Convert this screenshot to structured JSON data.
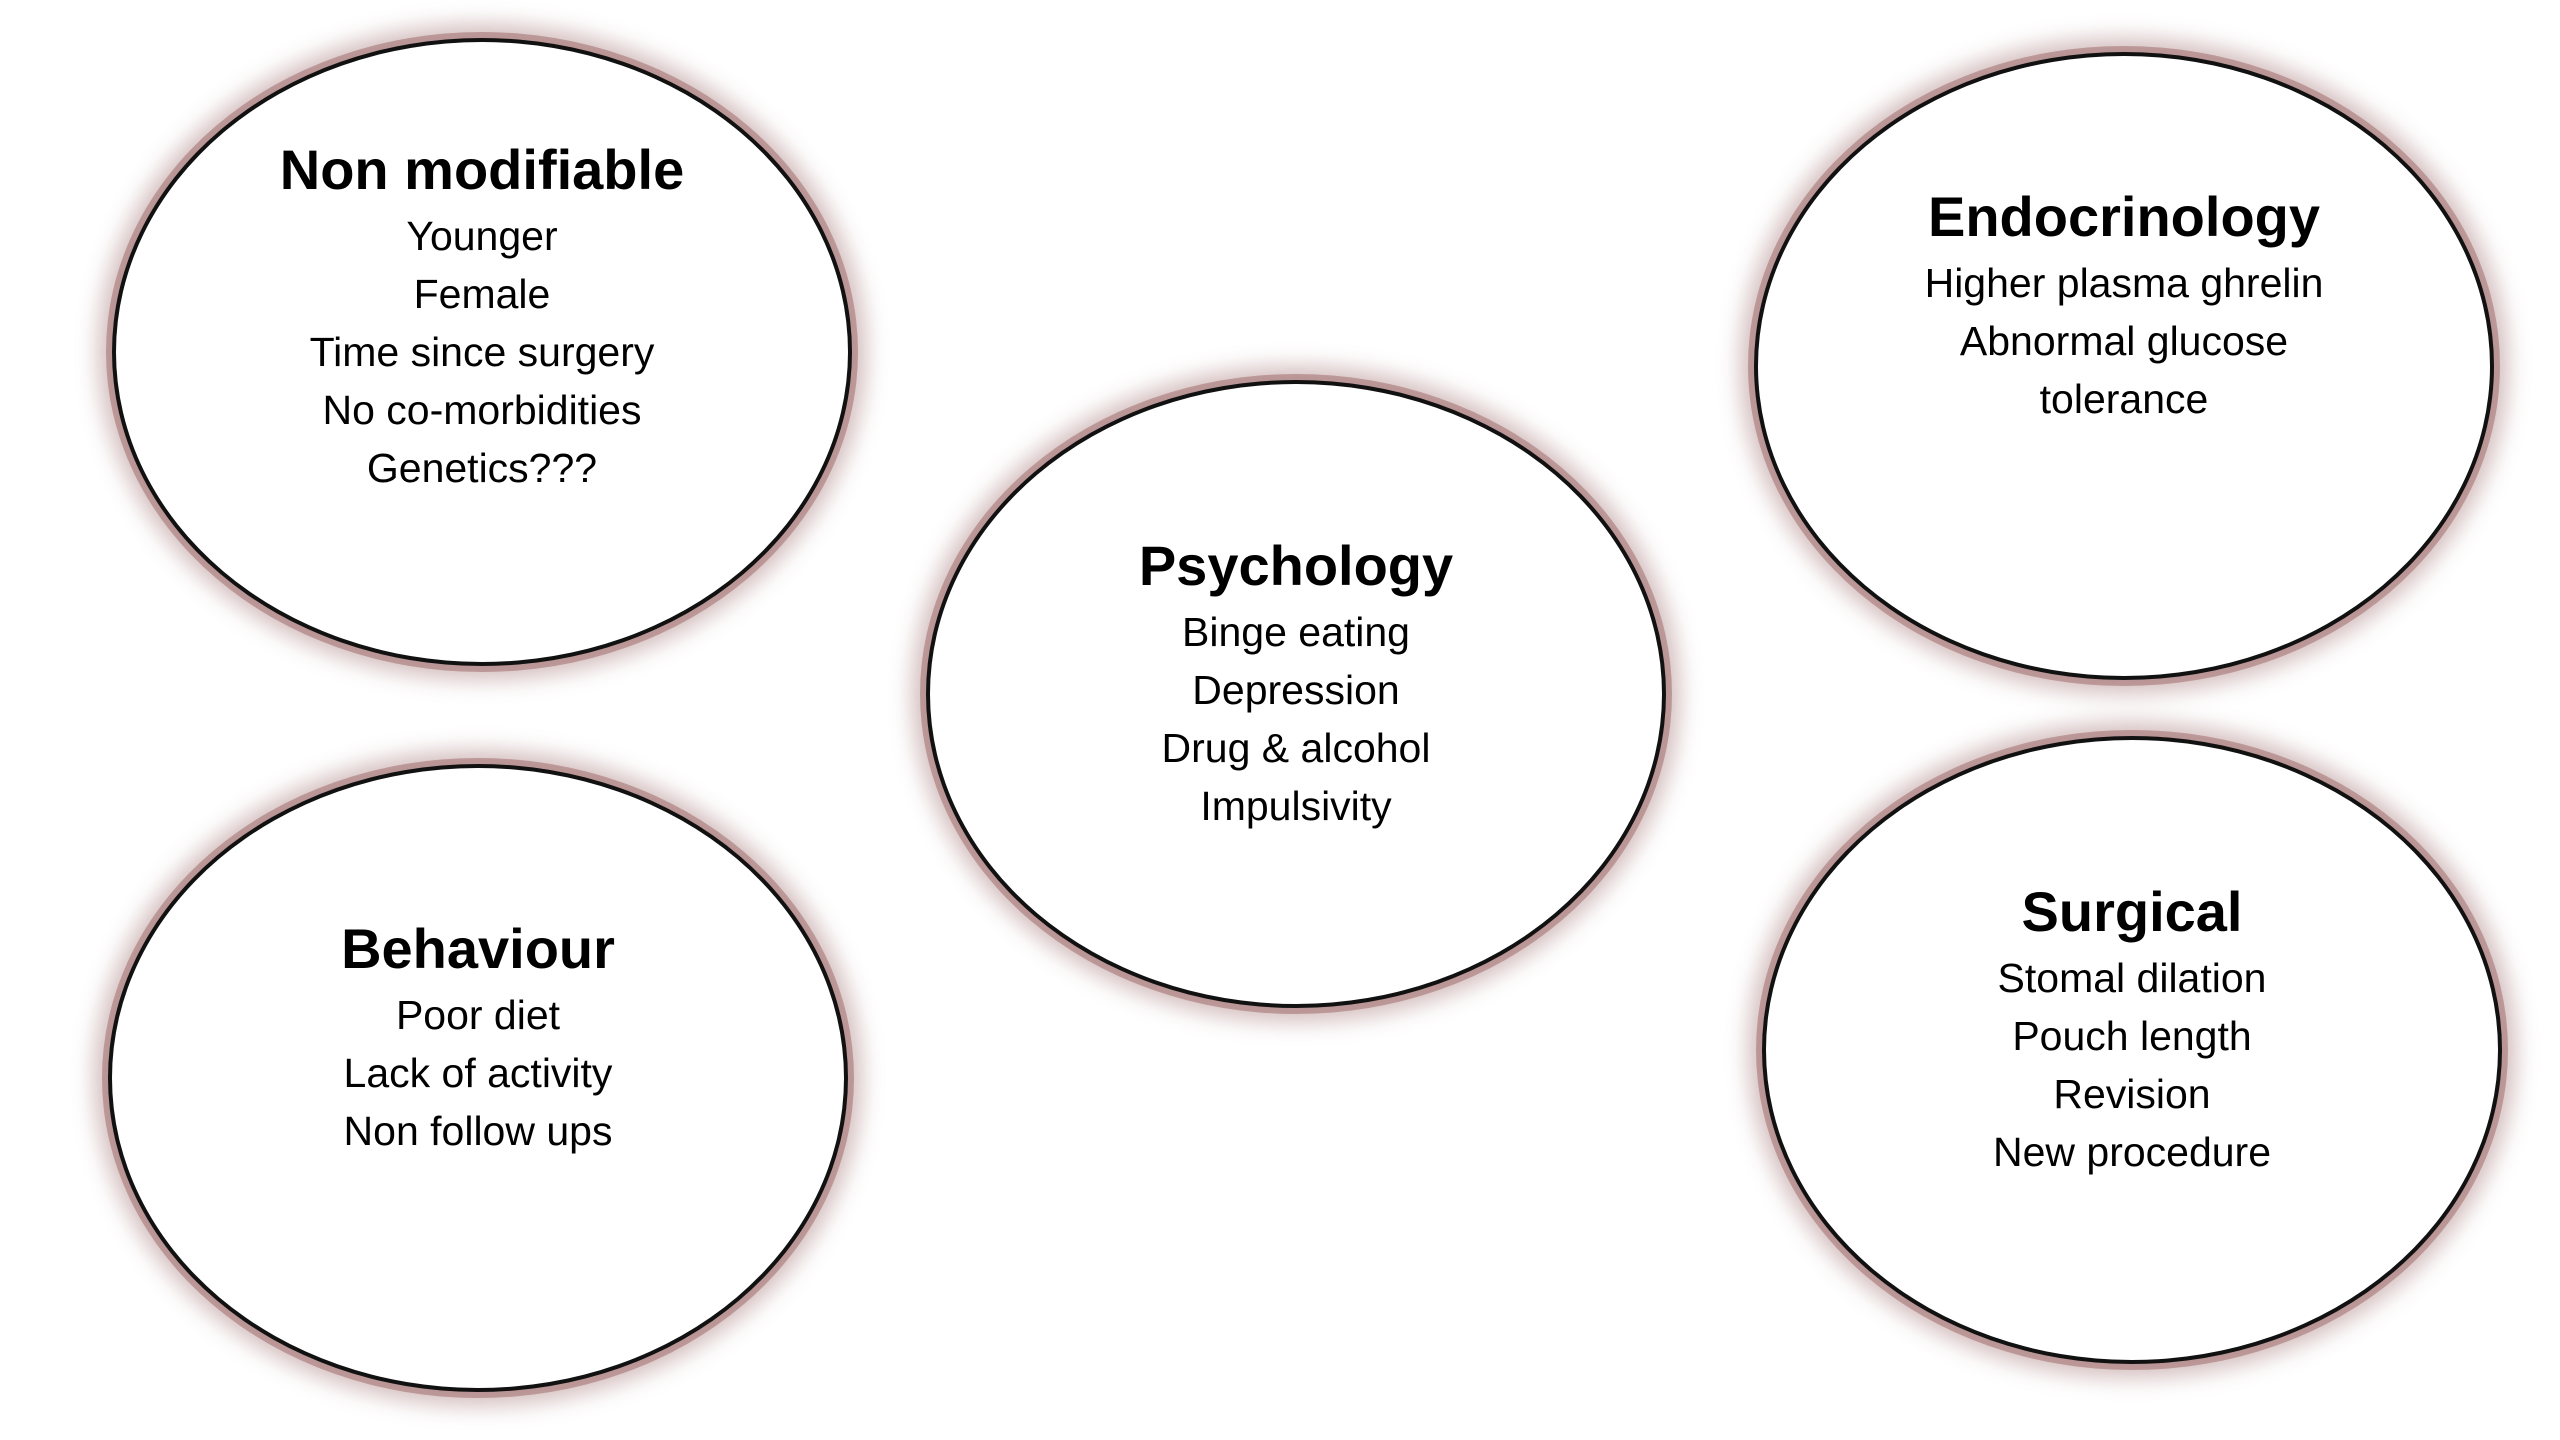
{
  "bubbles": {
    "non_modifiable": {
      "title": "Non modifiable",
      "items": [
        "Younger",
        "Female",
        "Time since surgery",
        "No co-morbidities",
        "Genetics???"
      ]
    },
    "endocrinology": {
      "title": "Endocrinology",
      "items": [
        "Higher plasma ghrelin",
        "Abnormal glucose tolerance"
      ]
    },
    "psychology": {
      "title": "Psychology",
      "items": [
        "Binge eating",
        "Depression",
        "Drug & alcohol",
        "Impulsivity"
      ]
    },
    "behaviour": {
      "title": "Behaviour",
      "items": [
        "Poor diet",
        "Lack of activity",
        "Non follow ups"
      ]
    },
    "surgical": {
      "title": "Surgical",
      "items": [
        "Stomal dilation",
        "Pouch length",
        "Revision",
        "New procedure"
      ]
    }
  },
  "colors": {
    "bubble_fill": "#ffffff",
    "bubble_border": "#111111",
    "bubble_glow": "#a06e6e"
  }
}
